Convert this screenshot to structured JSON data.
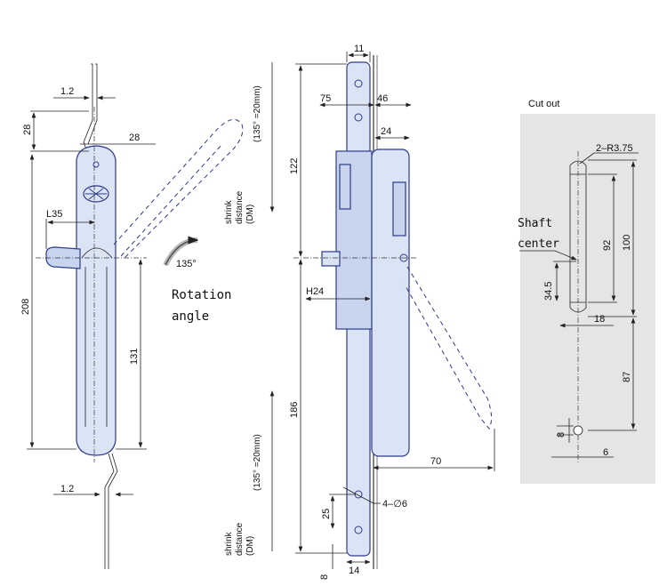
{
  "left_view": {
    "dims": {
      "top_width": "1.2",
      "top_height": "28",
      "offset": "28",
      "lever": "L35",
      "total": "208",
      "lower": "131",
      "bottom_width": "1.2",
      "angle": "135°"
    },
    "rotation_label_line1": "Rotation",
    "rotation_label_line2": "angle"
  },
  "side_view": {
    "dims": {
      "top": "11",
      "d75": "75",
      "d46": "46",
      "d24": "24",
      "d122": "122",
      "h24": "H24",
      "d186": "186",
      "d70": "70",
      "holes": "4–∅6",
      "d25": "25",
      "d8": "8",
      "d14": "14"
    },
    "shrink_top_line1": "(135° =20mm)",
    "shrink_top_line2": "shrink",
    "shrink_top_line3": "distance",
    "shrink_top_line4": "(DM)",
    "shrink_bottom_line1": "(135° =20mm)",
    "shrink_bottom_line2": "shrink",
    "shrink_bottom_line3": "distance",
    "shrink_bottom_line4": "(DM)"
  },
  "cutout": {
    "title": "Cut out",
    "radius": "2–R3.75",
    "shaft_line1": "Shaft",
    "shaft_line2": "center",
    "dims": {
      "d92": "92",
      "d100": "100",
      "d34_5": "34.5",
      "d18": "18",
      "d87": "87",
      "d8": "8",
      "d6": "6"
    }
  },
  "colors": {
    "part_outline": "#2b3a8c",
    "part_fill": "#dbe4f4",
    "panel_bg": "#e5e5e5"
  }
}
